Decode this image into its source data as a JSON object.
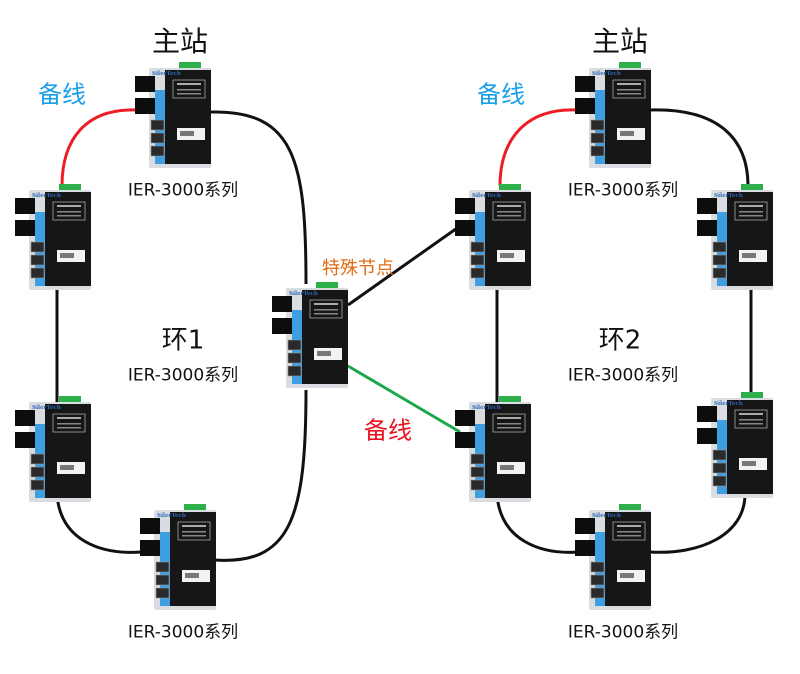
{
  "labels": {
    "master_station": "主站",
    "backup_line": "备线",
    "model": "IER-3000系列",
    "ring1": "环1",
    "ring2": "环2",
    "special_node": "特殊节点"
  },
  "colors": {
    "backup_blue": "#1aa0e8",
    "backup_red_text": "#e8141e",
    "special_orange": "#e06b10",
    "red_link": "#ee1c25",
    "green_link": "#1aa84a",
    "ring_link": "#111111"
  },
  "devices": {
    "brand": "SilerTech",
    "icon": "industrial-ethernet-switch-icon"
  }
}
